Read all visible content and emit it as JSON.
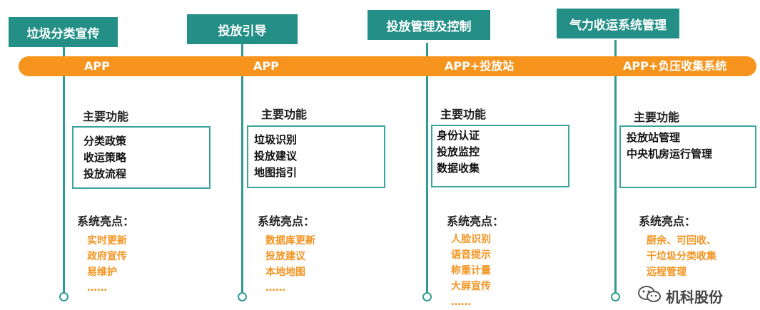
{
  "stages": [
    {
      "header": "垃圾分类宣传",
      "bar_label": "APP",
      "functions_title": "主要功能",
      "functions": [
        "分类政策",
        "收运策略",
        "投放流程"
      ],
      "highlights_title": "系统亮点：",
      "highlights": [
        "实时更新",
        "政府宣传",
        "易维护",
        "……"
      ]
    },
    {
      "header": "投放引导",
      "bar_label": "APP",
      "functions_title": "主要功能",
      "functions": [
        "垃圾识别",
        "投放建议",
        "地图指引"
      ],
      "highlights_title": "系统亮点：",
      "highlights": [
        "数据库更新",
        "投放建议",
        "本地地图",
        "……"
      ]
    },
    {
      "header": "投放管理及控制",
      "bar_label": "APP+投放站",
      "functions_title": "主要功能",
      "functions": [
        "身份认证",
        "投放监控",
        "数据收集"
      ],
      "highlights_title": "系统亮点：",
      "highlights": [
        "人脸识别",
        "语音提示",
        "称重计量",
        "大屏宣传",
        "……"
      ]
    },
    {
      "header": "气力收运系统管理",
      "bar_label": "APP+负压收集系统",
      "functions_title": "主要功能",
      "functions": [
        "投放站管理",
        "中央机房运行管理"
      ],
      "highlights_title": "系统亮点：",
      "highlights": [
        "厨余、可回收、",
        "干垃圾分类收集",
        "远程管理"
      ]
    }
  ],
  "watermark": {
    "text": "机科股份",
    "icon": "wechat-icon"
  },
  "colors": {
    "teal": "#238f86",
    "orange": "#f7941d",
    "highlight": "#f39421"
  }
}
